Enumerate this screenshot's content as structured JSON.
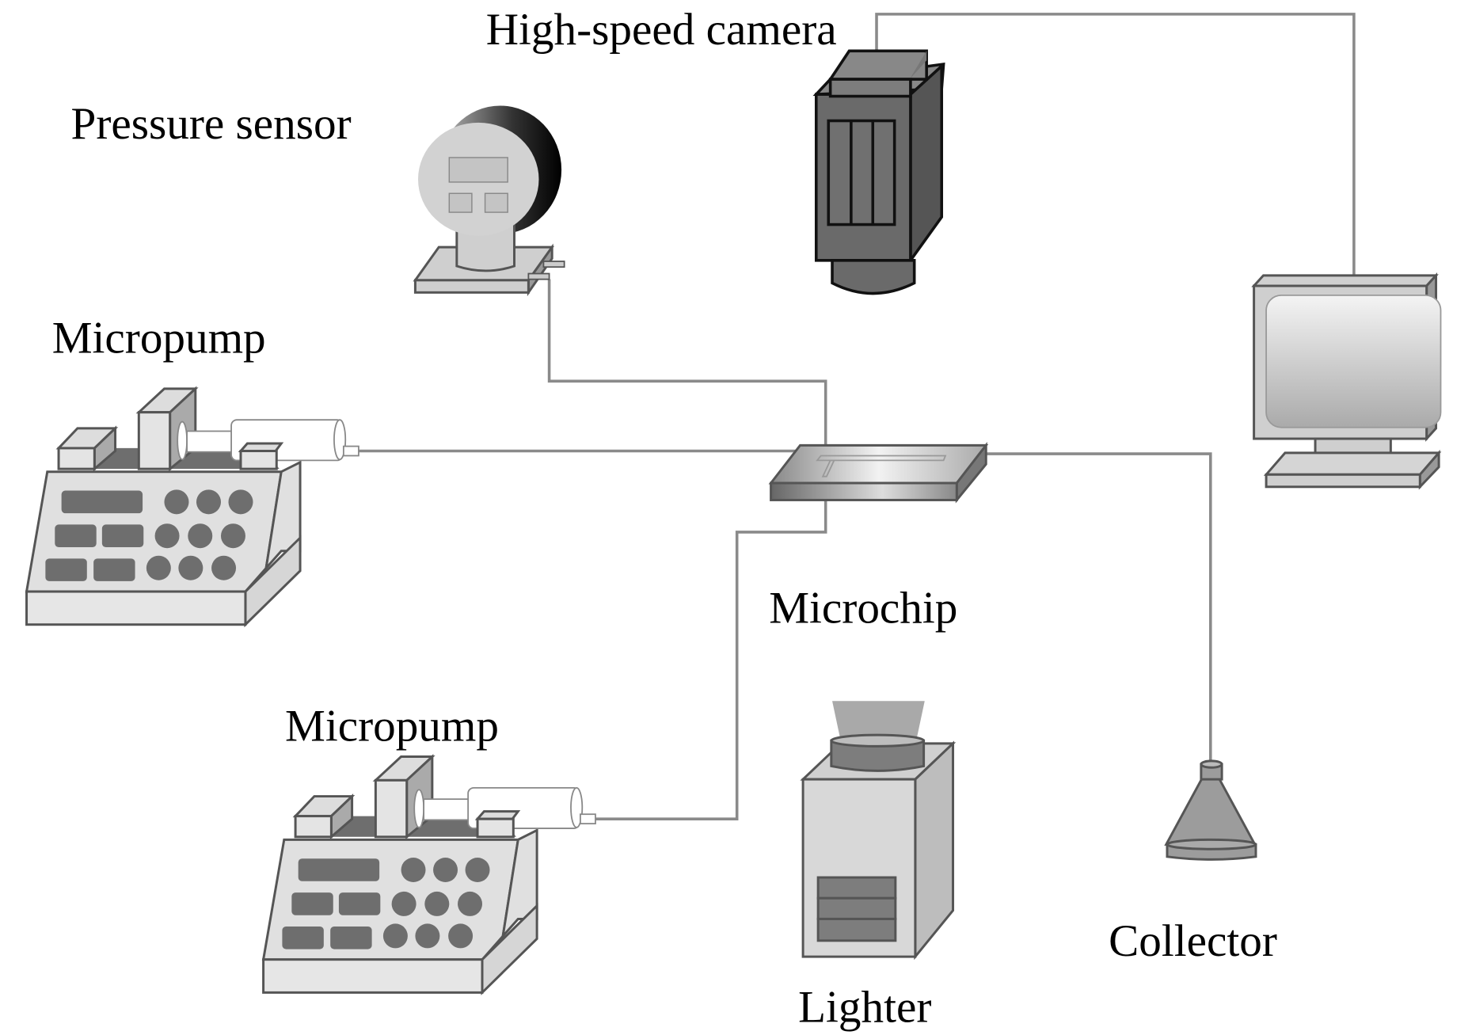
{
  "diagram": {
    "type": "experimental-setup-schematic",
    "labels": {
      "camera": "High-speed camera",
      "pressure_sensor": "Pressure sensor",
      "micropump_top": "Micropump",
      "micropump_bottom": "Micropump",
      "microchip": "Microchip",
      "lighter": "Lighter",
      "collector": "Collector"
    },
    "components": [
      {
        "id": "camera",
        "name": "High-speed camera"
      },
      {
        "id": "computer",
        "name": "Computer monitor"
      },
      {
        "id": "pressure_sensor",
        "name": "Pressure sensor"
      },
      {
        "id": "micropump_top",
        "name": "Micropump"
      },
      {
        "id": "micropump_bottom",
        "name": "Micropump"
      },
      {
        "id": "microchip",
        "name": "Microchip"
      },
      {
        "id": "lighter",
        "name": "Lighter"
      },
      {
        "id": "collector",
        "name": "Collector"
      }
    ],
    "connections": [
      {
        "from": "camera",
        "to": "computer"
      },
      {
        "from": "pressure_sensor",
        "to": "microchip"
      },
      {
        "from": "micropump_top",
        "to": "microchip"
      },
      {
        "from": "micropump_bottom",
        "to": "microchip"
      },
      {
        "from": "microchip",
        "to": "collector"
      }
    ],
    "colors": {
      "wire": "#8a8a8a",
      "light_gray": "#e4e4e4",
      "mid_gray": "#bdbdbd",
      "dark_gray": "#6e6e6e",
      "camera_body": "#6a6a6a"
    }
  }
}
